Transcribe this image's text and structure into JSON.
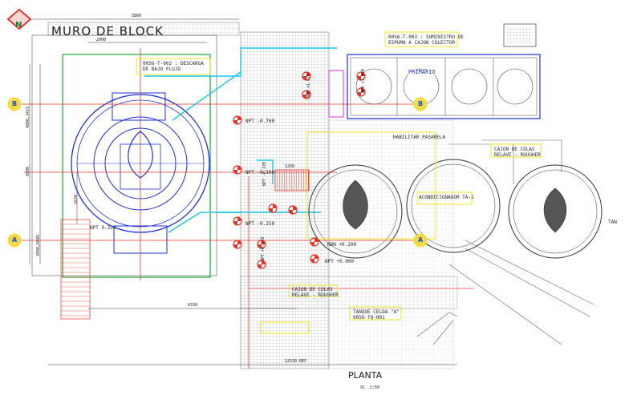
{
  "north_marker": "N",
  "wall_label": "MURO DE BLOCK",
  "title": "PLANTA",
  "scale": "SC. 1:50",
  "grid_labels": {
    "b_left": "B",
    "a_left": "A",
    "b_right": "B",
    "a_right": "A"
  },
  "dimensions": {
    "top_overall": "5800",
    "top_inner": "2000",
    "left_upper": "4000,3415",
    "left_mid": "8500",
    "left_lower": "3990,6085",
    "tank_offset": "1670",
    "bottom_inner": "4330",
    "bottom_ref": "12530 REF",
    "grating": "1250"
  },
  "callouts": {
    "discharge": "0056-T-002 : DESCARGA\nDE BAJO FLUJO",
    "supply": "0056-T-003 : SUMINISTRO DE\nESPUMA A CAJON COLECTOR",
    "primario": "PRIMARIO",
    "habilitar": "HABILITAR PASARELA",
    "acondicionador": "ACONDICIONADOR TA-1",
    "cajon_right": "CAJON DE COLAS\nRELAVE - ROUGHER",
    "cajon_bottom": "CAJON DE COLAS\nRELAVE - ROUGHER",
    "tanque": "TANQUE CELDA \"A\"\n0056-TQ-001",
    "tan_right": "TAN"
  },
  "elevations": {
    "npt_left": "NPT -0.700",
    "npt_mid": "NPT -0.100",
    "npt_lower": "NPT -0.250",
    "npt_pipe": "NPT 0.330",
    "nbn": "NBN +0.200",
    "npt_zero": "NPT +0.000",
    "npt_vert_a": "NPE +1.670",
    "npt_vert_b": "NPT -0.270",
    "npt_vert_c": "NPT +0.970",
    "npt_vert_d": "NPE +1.070"
  },
  "colors": {
    "north": "#e8342b",
    "red": "#e8342b",
    "blue": "#1f2fd6",
    "cyan": "#18c7e6",
    "green": "#16a934",
    "yellow": "#f2e422",
    "magenta": "#d633d6",
    "grid_fill": "#f6d64a"
  }
}
